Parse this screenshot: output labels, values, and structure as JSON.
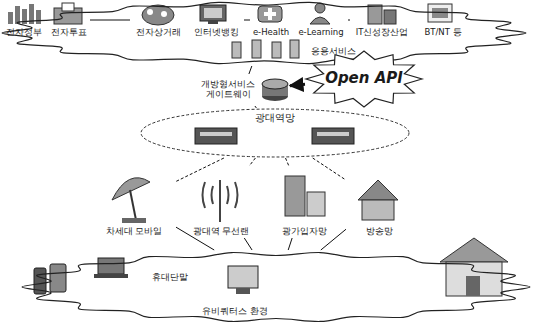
{
  "diagram": {
    "nodes": [
      {
        "text": [
          "응용서비스"
        ]
      },
      {
        "text": [
          "전자정부"
        ],
        "in": 0
      },
      {
        "text": [
          "전자투표"
        ],
        "in": 0
      },
      {
        "text": [
          "전자상거래"
        ],
        "in": 0
      },
      {
        "text": [
          "인터넷뱅킹"
        ],
        "in": 0
      },
      {
        "text": [
          "e-Health"
        ],
        "in": 0
      },
      {
        "text": [
          "e-Learning"
        ],
        "in": 0
      },
      {
        "text": [
          "IT신성장산업"
        ],
        "in": 0
      },
      {
        "text": [
          "BT/NT 등"
        ],
        "in": 0
      },
      {
        "text": [
          "개방형서비스 게이트웨이"
        ]
      },
      {
        "text": [
          "Open API"
        ]
      },
      {
        "text": [
          "광대역망"
        ]
      },
      {
        "text": [
          "차세대 모바일"
        ]
      },
      {
        "text": [
          "광대역 무선랜"
        ]
      },
      {
        "text": [
          "광가입자망"
        ]
      },
      {
        "text": [
          "방송망"
        ]
      },
      {
        "text": [
          "유비쿼터스 환경"
        ]
      },
      {
        "text": [
          "휴대단말"
        ],
        "in": 16
      }
    ],
    "edges": [
      {
        "from": 10,
        "to": 9,
        "arrow": "to"
      },
      {
        "from": 9,
        "to": 0,
        "arrow": "none"
      },
      {
        "from": 9,
        "to": 11,
        "arrow": "none"
      },
      {
        "from": 11,
        "to": 12,
        "arrow": "none"
      },
      {
        "from": 11,
        "to": 13,
        "arrow": "none"
      },
      {
        "from": 11,
        "to": 14,
        "arrow": "none"
      },
      {
        "from": 11,
        "to": 15,
        "arrow": "none"
      },
      {
        "from": 12,
        "to": 16,
        "arrow": "none"
      },
      {
        "from": 13,
        "to": 16,
        "arrow": "none"
      },
      {
        "from": 14,
        "to": 16,
        "arrow": "none"
      },
      {
        "from": 15,
        "to": 16,
        "arrow": "none"
      },
      {
        "from": 2,
        "to": 3,
        "arrow": "none"
      },
      {
        "from": 4,
        "to": 5,
        "arrow": "none"
      },
      {
        "from": 6,
        "to": 7,
        "arrow": "none"
      }
    ]
  }
}
